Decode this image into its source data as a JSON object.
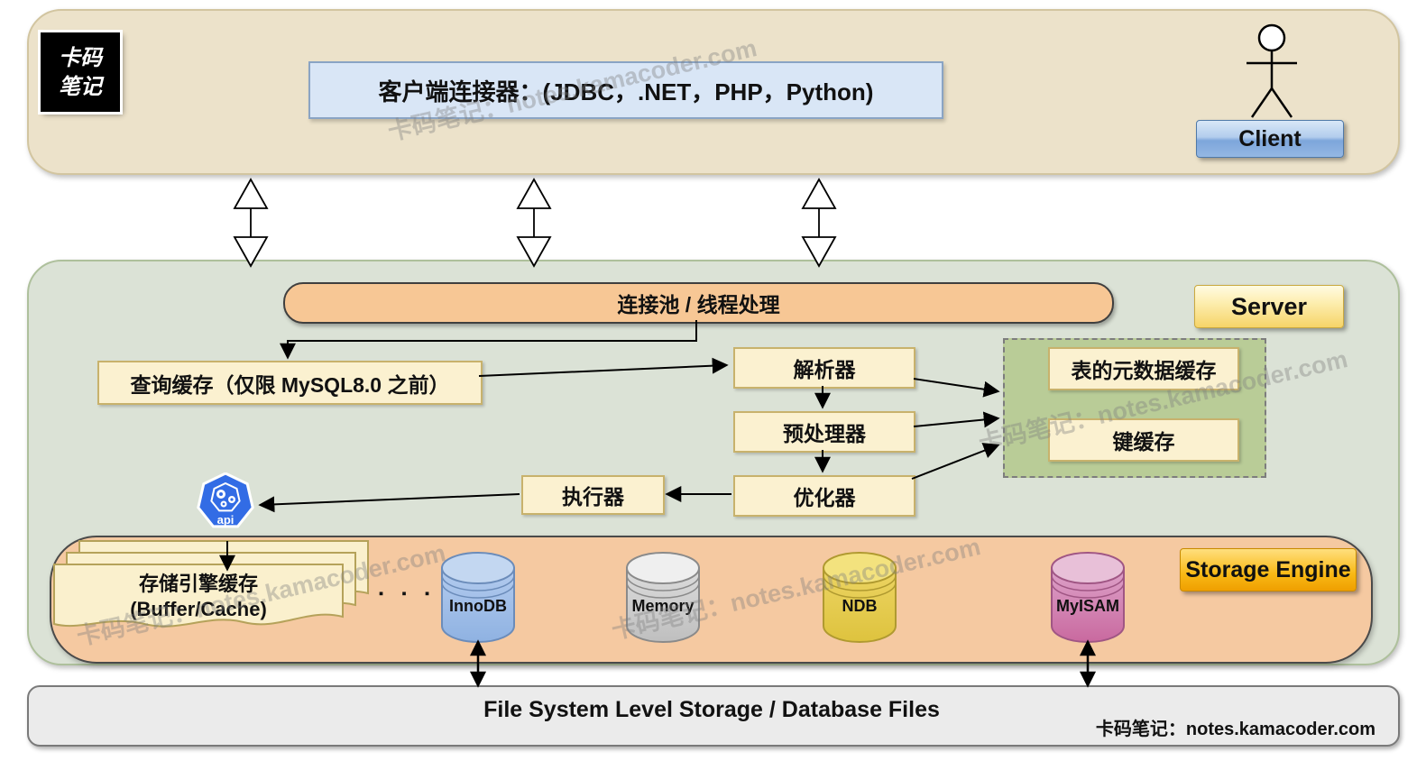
{
  "watermark": {
    "text": "卡码笔记：notes.kamacoder.com"
  },
  "logo": {
    "line1": "卡码",
    "line2": "笔记"
  },
  "client_section": {
    "connector_label": "客户端连接器：(JDBC，.NET，PHP，Python)",
    "client_label": "Client"
  },
  "server_section": {
    "badge": "Server",
    "pool": "连接池 / 线程处理",
    "query_cache": "查询缓存（仅限 MySQL8.0 之前）",
    "parser": "解析器",
    "preprocessor": "预处理器",
    "optimizer": "优化器",
    "executor": "执行器",
    "metadata_cache": "表的元数据缓存",
    "key_cache": "键缓存",
    "api_label": "api"
  },
  "storage_section": {
    "badge": "Storage Engine",
    "cache_line1": "存储引擎缓存",
    "cache_line2": "(Buffer/Cache)",
    "ellipsis": "▪ ▪ ▪",
    "engines": [
      {
        "name": "InnoDB"
      },
      {
        "name": "Memory"
      },
      {
        "name": "NDB"
      },
      {
        "name": "MyISAM"
      }
    ]
  },
  "bottom_bar": {
    "label": "File System Level Storage / Database Files",
    "note": "卡码笔记：notes.kamacoder.com"
  },
  "colors": {
    "client_band": "#ece2ca",
    "server_band": "#dbe2d6",
    "storage_band": "#f5c9a1",
    "pool_bar": "#f7c795",
    "yellow_box": "#fbf1d0",
    "green_cache_box": "#b9cc97",
    "connector_box": "#d9e6f6",
    "api_icon_blue": "#326ce5",
    "innodb_cylinder": "#9fbce7",
    "memory_cylinder": "#cfcfcf",
    "ndb_cylinder": "#e6cb50",
    "myisam_cylinder": "#d286b8"
  }
}
